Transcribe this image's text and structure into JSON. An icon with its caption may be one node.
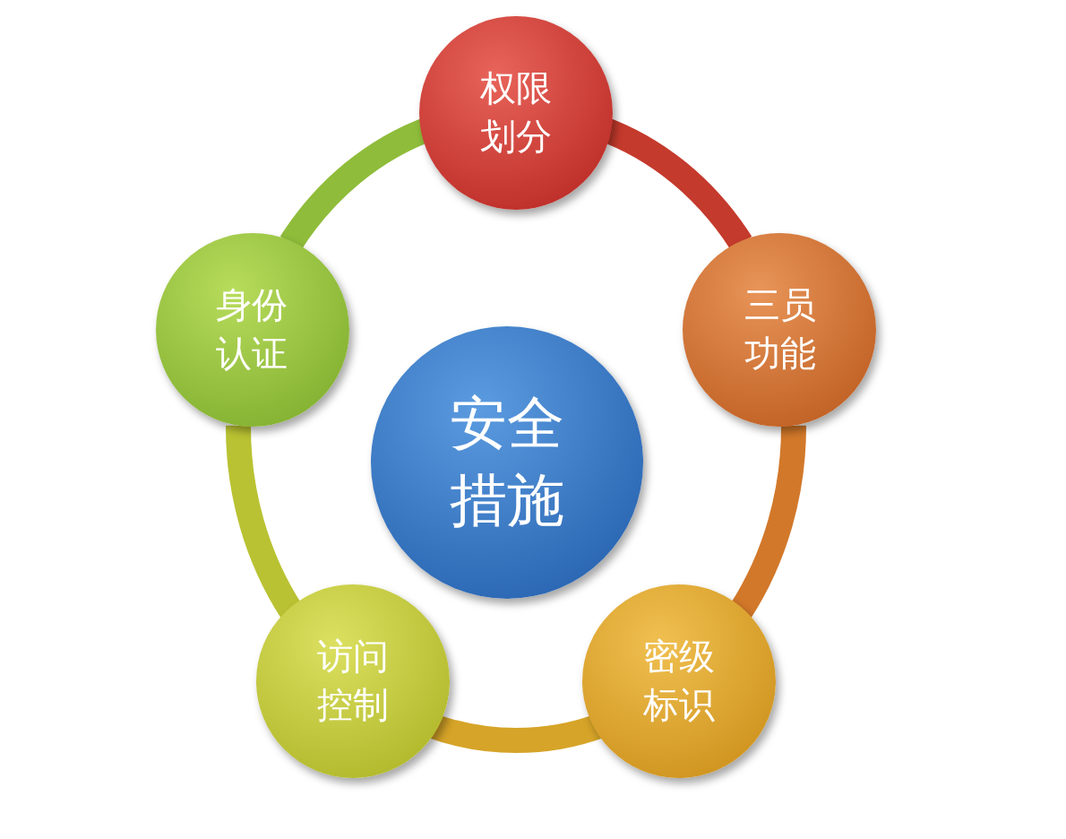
{
  "diagram": {
    "nodes": [
      {
        "text": [
          "安全措施"
        ]
      },
      {
        "text": [
          "权限划分"
        ]
      },
      {
        "text": [
          "三员功能"
        ]
      },
      {
        "text": [
          "密级标识"
        ]
      },
      {
        "text": [
          "访问控制"
        ]
      },
      {
        "text": [
          "身份认证"
        ]
      }
    ],
    "edges": [
      {
        "from": 1,
        "to": 2,
        "arrow": "none",
        "color": "#c43a2c"
      },
      {
        "from": 2,
        "to": 3,
        "arrow": "none",
        "color": "#d2782a"
      },
      {
        "from": 3,
        "to": 4,
        "arrow": "none",
        "color": "#d6a428"
      },
      {
        "from": 4,
        "to": 5,
        "arrow": "none",
        "color": "#b9c232"
      },
      {
        "from": 5,
        "to": 1,
        "arrow": "none",
        "color": "#8fbc3a"
      }
    ]
  }
}
